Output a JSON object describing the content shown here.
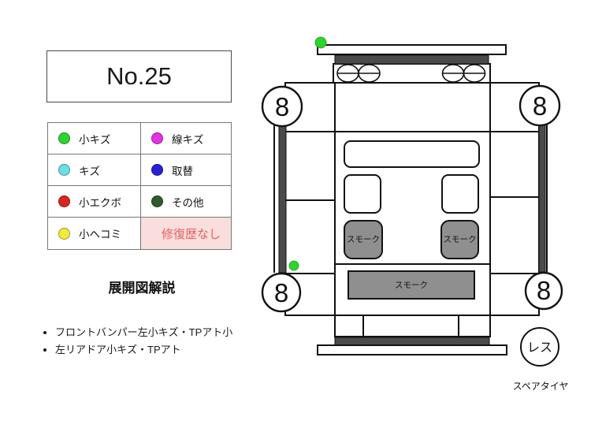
{
  "sheet": {
    "number_label": "No.25",
    "notes_heading": "展開図解説",
    "bullets": [
      "フロントバンパー左小キズ・TPアト小",
      "左リアドア小キズ・TPアト"
    ]
  },
  "legend": {
    "items": [
      {
        "label": "小キズ",
        "color": "#2ed32e"
      },
      {
        "label": "線キズ",
        "color": "#e431e4"
      },
      {
        "label": "キズ",
        "color": "#6bdde6"
      },
      {
        "label": "取替",
        "color": "#2621d6"
      },
      {
        "label": "小エクボ",
        "color": "#da2420"
      },
      {
        "label": "その他",
        "color": "#2d5c2a"
      },
      {
        "label": "小ヘコミ",
        "color": "#f2ea3a"
      }
    ],
    "no_repair": {
      "label": "修復歴なし",
      "text_color": "#e2625f",
      "bg_color": "#fadddd"
    }
  },
  "diagram": {
    "tires": [
      {
        "position": "front-left",
        "tread": "8"
      },
      {
        "position": "front-right",
        "tread": "8"
      },
      {
        "position": "rear-left",
        "tread": "8"
      },
      {
        "position": "rear-right",
        "tread": "8"
      }
    ],
    "tint_label": "スモーク",
    "spare_tire": {
      "status": "レス",
      "caption": "スペアタイヤ"
    },
    "damage_markers": [
      {
        "location": "front-bumper-left",
        "type": "小キズ"
      },
      {
        "location": "left-rear-door",
        "type": "小キズ"
      }
    ],
    "colors": {
      "marker": "#2ed32e",
      "smoke_glass": "#8f8f8f",
      "dark_trim": "#4a4a4a"
    }
  }
}
